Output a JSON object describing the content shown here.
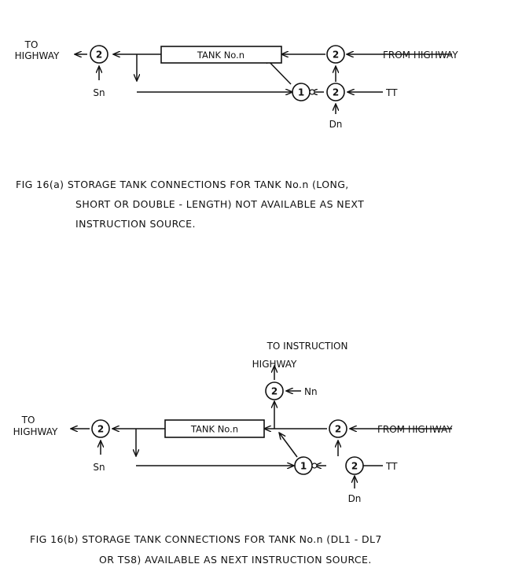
{
  "figure_a": {
    "tank": "TANK No.n",
    "to_highway": [
      "TO",
      "HIGHWAY"
    ],
    "from_highway": "FROM HIGHWAY",
    "sn": "Sn",
    "dn": "Dn",
    "tt": "TT",
    "gate_two": "2",
    "gate_one": "1",
    "caption": [
      "FIG 16(a) STORAGE  TANK  CONNECTIONS  FOR  TANK  No.n  (LONG,",
      "SHORT  OR  DOUBLE - LENGTH)  NOT  AVAILABLE  AS  NEXT",
      "INSTRUCTION  SOURCE."
    ]
  },
  "figure_b": {
    "tank": "TANK No.n",
    "to_instruction_highway": [
      "TO  INSTRUCTION",
      "HIGHWAY"
    ],
    "to_highway": [
      "TO",
      "HIGHWAY"
    ],
    "from_highway": "FROM  HIGHWAY",
    "sn": "Sn",
    "dn": "Dn",
    "tt": "TT",
    "nn": "Nn",
    "gate_two": "2",
    "gate_one": "1",
    "caption": [
      "FIG 16(b) STORAGE  TANK  CONNECTIONS  FOR  TANK  No.n  (DL1 - DL7",
      "OR  TS8)  AVAILABLE  AS  NEXT  INSTRUCTION  SOURCE."
    ]
  }
}
